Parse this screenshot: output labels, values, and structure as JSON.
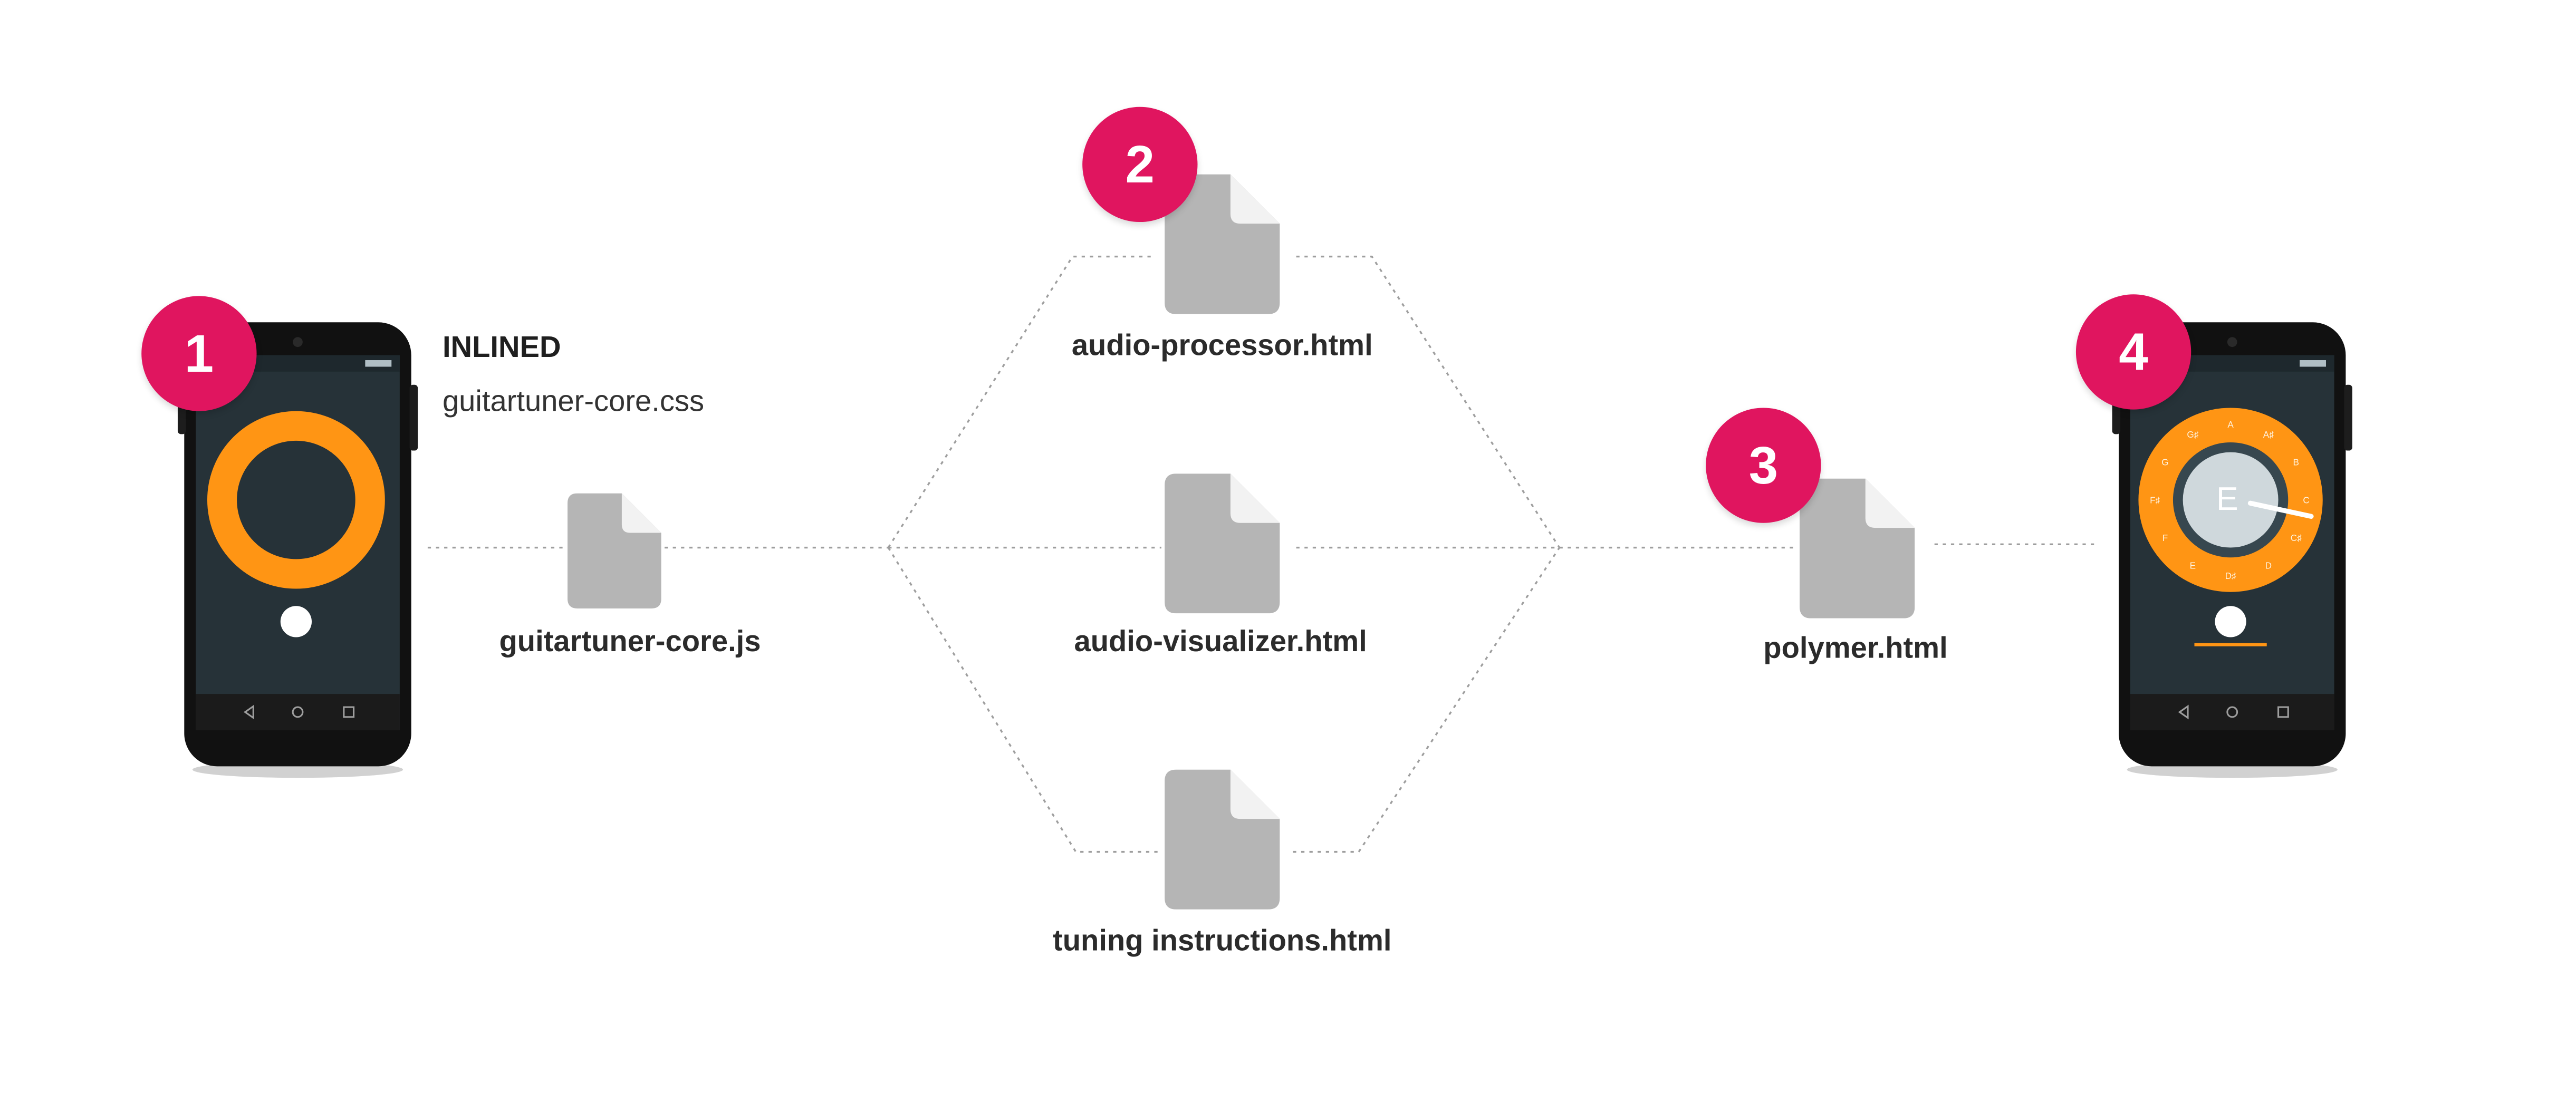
{
  "colors": {
    "badge": "#e0155f",
    "file": "#b5b5b5",
    "accent_orange": "#ff9514",
    "phone_screen": "#263238",
    "phone_body": "#111111",
    "connector": "#9e9e9e"
  },
  "icons": {
    "file": "file-document-icon",
    "phone": "android-phone"
  },
  "steps": [
    {
      "number": "1"
    },
    {
      "number": "2"
    },
    {
      "number": "3"
    },
    {
      "number": "4"
    }
  ],
  "inlined": {
    "heading": "INLINED",
    "file": "guitartuner-core.css"
  },
  "files": {
    "core_js": "guitartuner-core.js",
    "audio_processor": "audio-processor.html",
    "audio_visualizer": "audio-visualizer.html",
    "tuning_instructions": "tuning instructions.html",
    "polymer": "polymer.html"
  },
  "final_phone": {
    "dial_letter": "E",
    "dial_notes": [
      "A",
      "A♯",
      "B",
      "C",
      "C♯",
      "D",
      "D♯",
      "E",
      "F",
      "F♯",
      "G",
      "G♯"
    ]
  }
}
